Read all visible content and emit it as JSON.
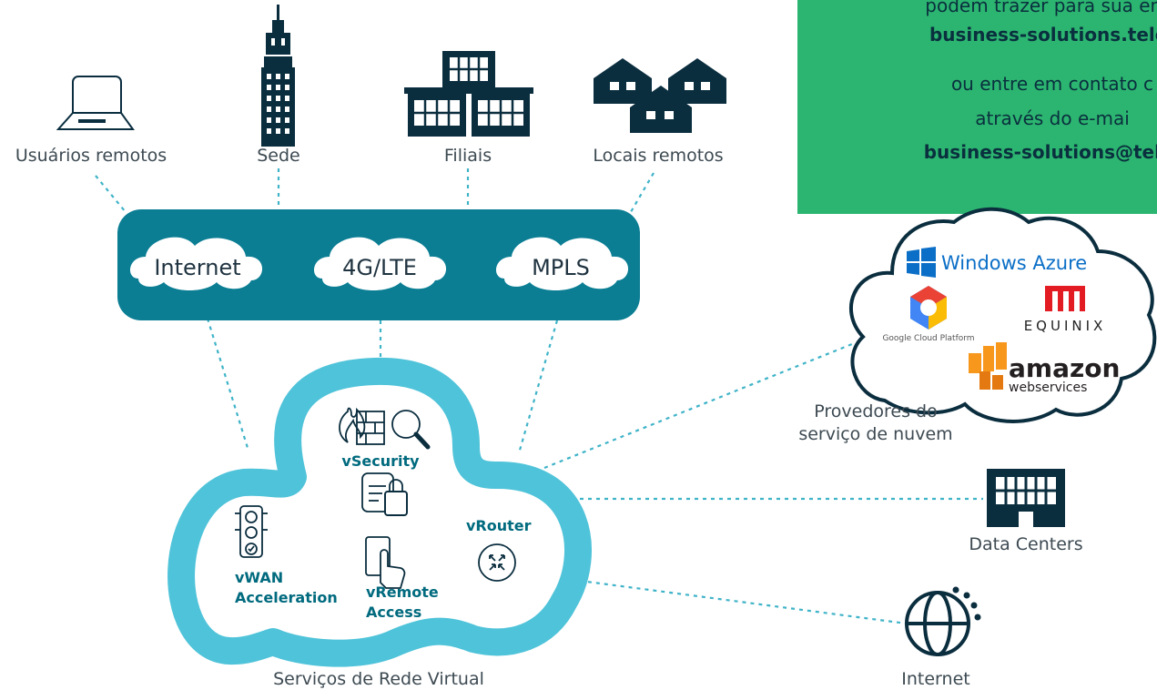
{
  "promo": {
    "line1": "podem trazer para sua emp",
    "line2": "business-solutions.telef",
    "line3": "ou entre em contato c",
    "line4": "através do e-mai",
    "line5": "business-solutions@telef"
  },
  "sites": {
    "remote_users": "Usuários remotos",
    "headquarters": "Sede",
    "branches": "Filiais",
    "remote_locations": "Locais remotos"
  },
  "transport": {
    "internet": "Internet",
    "lte": "4G/LTE",
    "mpls": "MPLS"
  },
  "virtual_services": {
    "caption": "Serviços de Rede Virtual",
    "vsecurity": "vSecurity",
    "vrouter": "vRouter",
    "vwan_line1": "vWAN",
    "vwan_line2": "Acceleration",
    "vremote_line1": "vRemote",
    "vremote_line2": "Access"
  },
  "cloud_providers": {
    "caption_line1": "Provedores do",
    "caption_line2": "serviço de nuvem",
    "azure": "Windows Azure",
    "google": "Google Cloud Platform",
    "equinix": "EQUINIX",
    "amazon": "amazon",
    "aws": "webservices"
  },
  "endpoints": {
    "data_centers": "Data Centers",
    "internet": "Internet"
  },
  "colors": {
    "teal_bar": "#0b7e94",
    "cloud_stroke": "#4fc3d9",
    "dark_icon": "#0b2e3f",
    "promo_green": "#2cb570",
    "dashed_link": "#3fb3c8"
  }
}
